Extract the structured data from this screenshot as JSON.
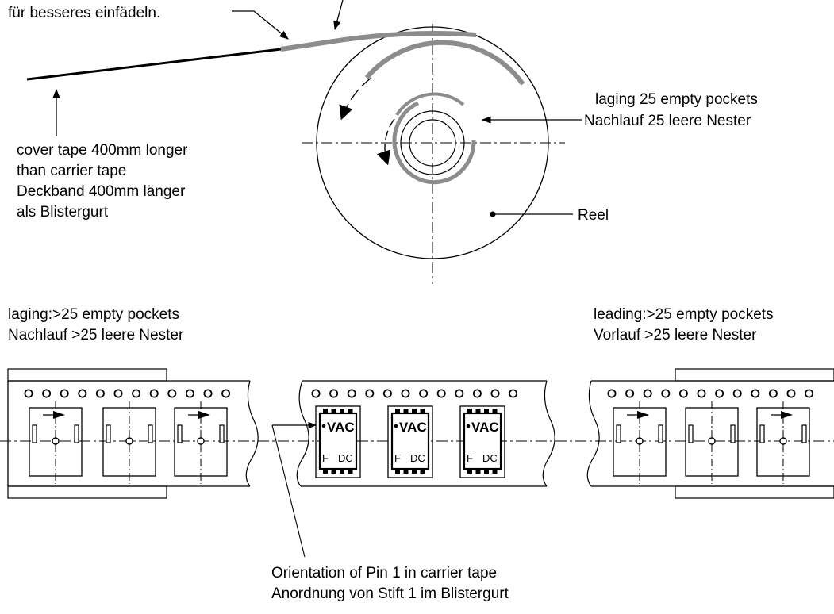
{
  "labels": {
    "threading_note": "für besseres einfädeln.",
    "cover_tape": [
      "cover  tape 400mm longer",
      "than carrier tape",
      "Deckband 400mm länger",
      "als Blistergurt"
    ],
    "trailer_on_reel": [
      "laging 25 empty pockets",
      "Nachlauf 25 leere Nester"
    ],
    "reel": "Reel",
    "trailer_strip": [
      "laging:>25 empty pockets",
      "Nachlauf >25 leere Nester"
    ],
    "leader_strip": [
      "leading:>25 empty pockets",
      "Vorlauf >25 leere Nester"
    ],
    "pin1_orientation": [
      "Orientation of Pin 1 in carrier tape",
      "Anordnung von Stift 1 im Blistergurt"
    ]
  },
  "component_marking": {
    "logo": "VAC",
    "left_mark": "F",
    "right_mark": "DC"
  },
  "colors": {
    "line": "#000000",
    "tape_gray": "#8c8c8c"
  }
}
